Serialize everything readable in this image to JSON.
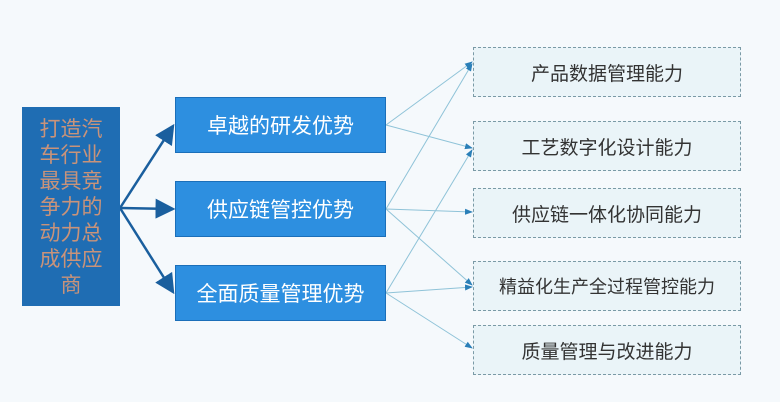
{
  "root": {
    "label": "打造汽车行业最具竞争力的动力总成供应商"
  },
  "advantages": [
    {
      "label": "卓越的研发优势"
    },
    {
      "label": "供应链管控优势"
    },
    {
      "label": "全面质量管理优势"
    }
  ],
  "capabilities": [
    {
      "label": "产品数据管理能力"
    },
    {
      "label": "工艺数字化设计能力"
    },
    {
      "label": "供应链一体化协同能力"
    },
    {
      "label": "精益化生产全过程管控能力"
    },
    {
      "label": "质量管理与改进能力"
    }
  ],
  "colors": {
    "root": "#1f6db3",
    "advantage": "#2d8fe0",
    "capability": "#eaf4f8"
  }
}
